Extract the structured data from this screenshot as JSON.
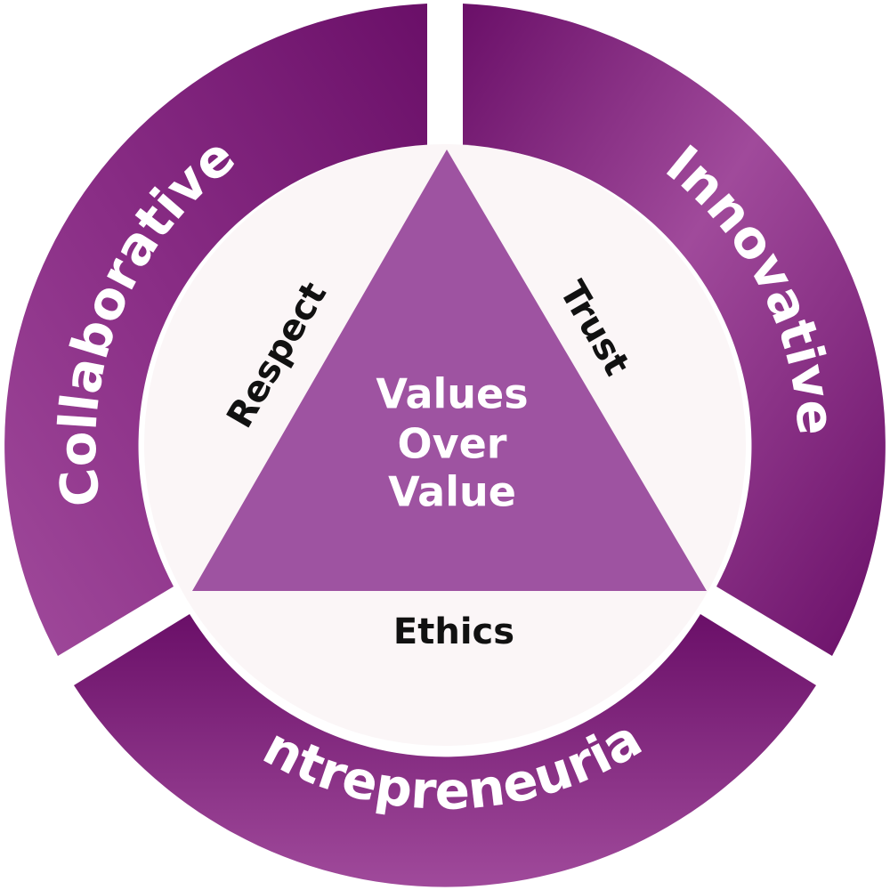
{
  "colors": {
    "ring_dark": "#6a0f68",
    "ring_light": "#a04a9b",
    "inner_circle": "#fbf6f7",
    "triangle": "#9e53a1",
    "ring_text": "#ffffff",
    "side_text": "#111111"
  },
  "ring": {
    "segments": [
      {
        "label": "Collaborative"
      },
      {
        "label": "Innovative"
      },
      {
        "label": "Entrepreneurial"
      }
    ]
  },
  "triangle": {
    "sides": {
      "left": "Respect",
      "right": "Trust",
      "bottom": "Ethics"
    },
    "center_lines": [
      "Values",
      "Over",
      "Value"
    ]
  }
}
